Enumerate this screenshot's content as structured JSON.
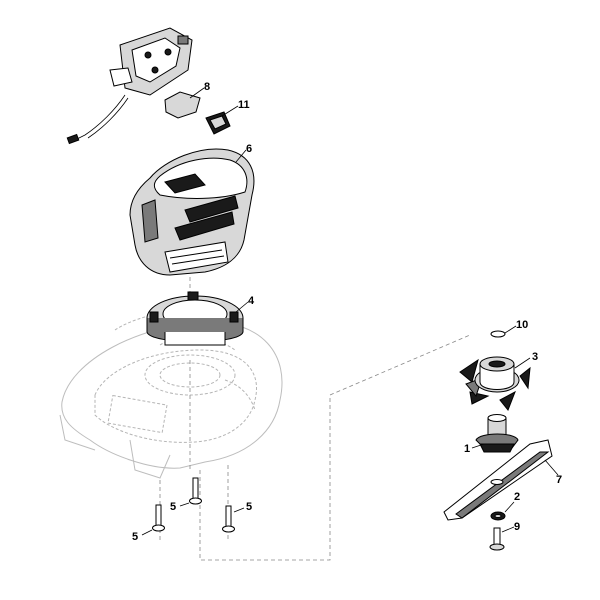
{
  "callouts": {
    "c1": "1",
    "c2": "2",
    "c3": "3",
    "c4": "4",
    "c5a": "5",
    "c5b": "5",
    "c5c": "5",
    "c6": "6",
    "c7": "7",
    "c8": "8",
    "c9": "9",
    "c10": "10",
    "c11": "11"
  }
}
